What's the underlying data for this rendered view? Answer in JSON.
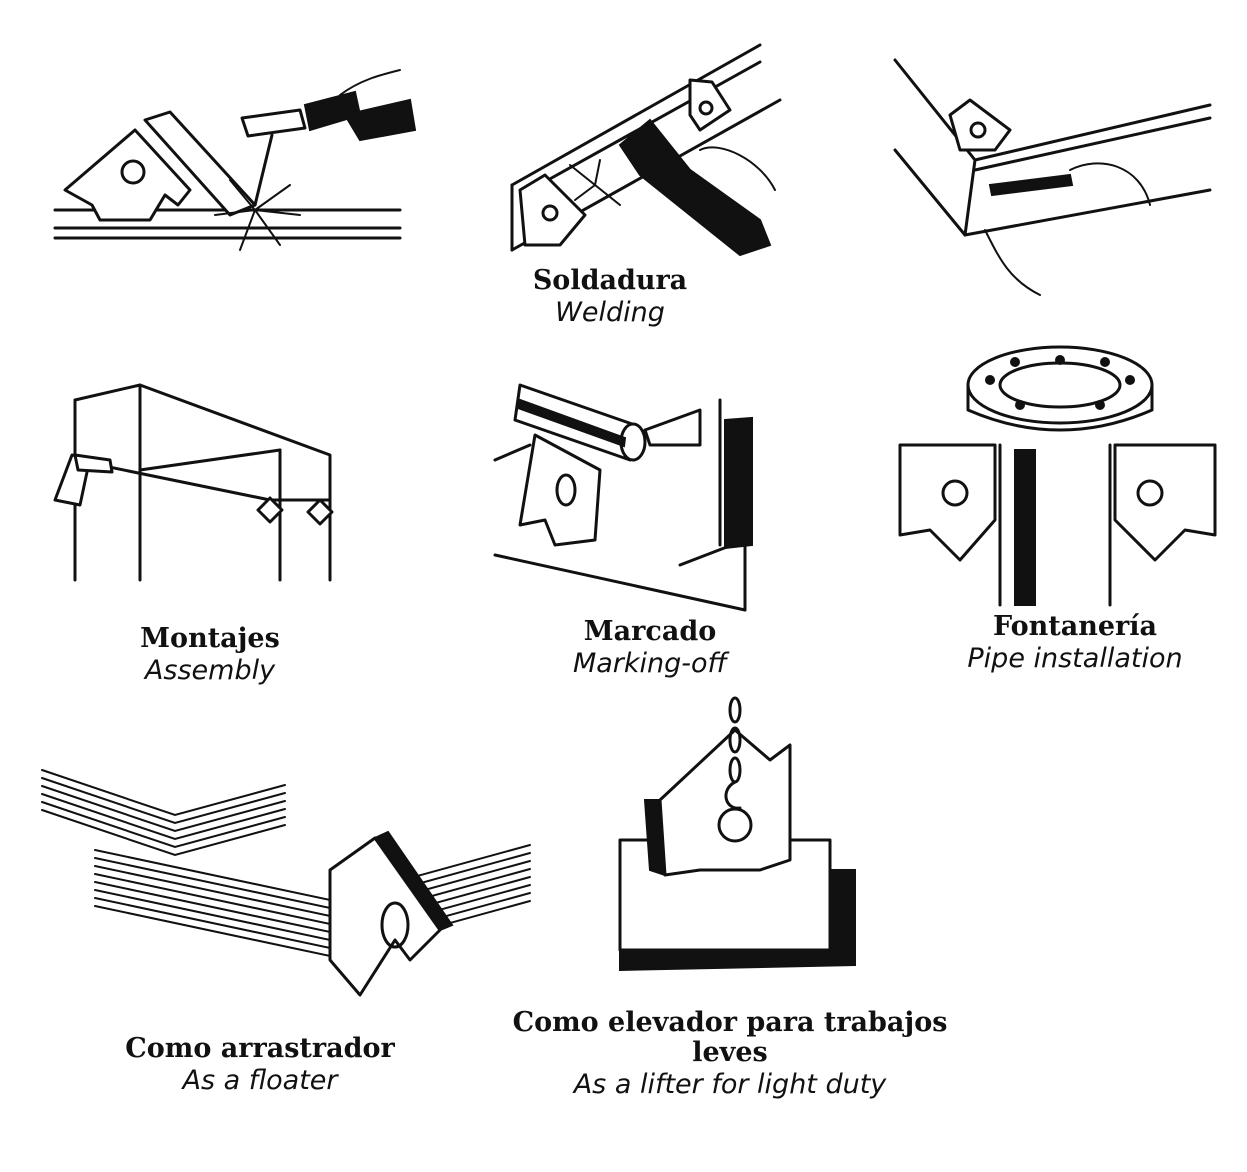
{
  "captions": {
    "welding": {
      "es": "Soldadura",
      "en": "Welding"
    },
    "assembly": {
      "es": "Montajes",
      "en": "Assembly"
    },
    "marking": {
      "es": "Marcado",
      "en": "Marking-off"
    },
    "pipe": {
      "es": "Fontanería",
      "en": "Pipe installation"
    },
    "floater": {
      "es": "Como arrastrador",
      "en": "As a floater"
    },
    "lifter": {
      "es_line1": "Como elevador para trabajos",
      "es_line2": "leves",
      "en": "As a lifter for light duty"
    }
  },
  "colors": {
    "ink": "#111111",
    "paper": "#ffffff"
  },
  "icons": [
    "magnet-square",
    "welding-torch",
    "welding-gun",
    "marking-scribe",
    "pipe-flange",
    "lifting-hook"
  ]
}
